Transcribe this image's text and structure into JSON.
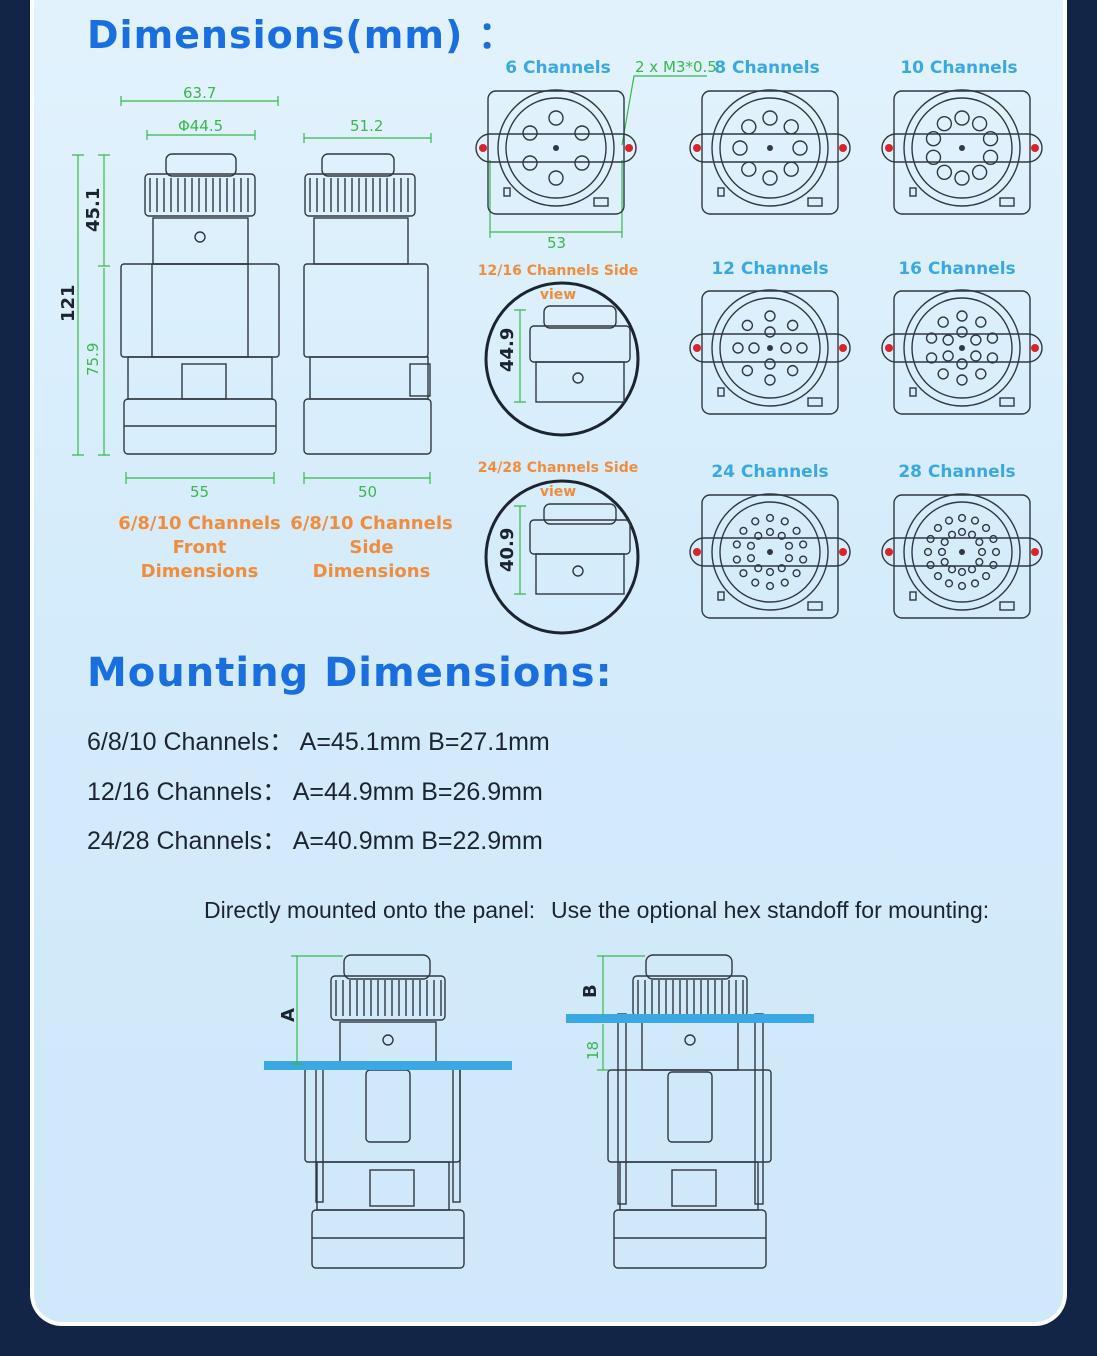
{
  "headings": {
    "dimensions": "Dimensions(mm) ：",
    "mounting": "Mounting Dimensions:"
  },
  "drawings": {
    "front_caption_1": "6/8/10 Channels",
    "front_caption_2": "Front Dimensions",
    "side_caption_1": "6/8/10 Channels",
    "side_caption_2": "Side Dimensions",
    "d_63_7": "63.7",
    "d_44_5": "Φ44.5",
    "d_51_2": "51.2",
    "d_45_1": "45.1",
    "d_121": "121",
    "d_75_9": "75.9",
    "d_55": "55",
    "d_50": "50",
    "d_53": "53",
    "d_m3": "2 x M3*0.5",
    "side_12_16": "12/16 Channels Side view",
    "side_24_28": "24/28 Channels Side view",
    "d_44_9": "44.9",
    "d_40_9": "40.9",
    "d_18": "18",
    "label_a": "A",
    "label_b": "B"
  },
  "channels": [
    "6 Channels",
    "8 Channels",
    "10 Channels",
    "12 Channels",
    "16 Channels",
    "24 Channels",
    "28 Channels"
  ],
  "specs": [
    "6/8/10 Channels：  A=45.1mm B=27.1mm",
    "12/16 Channels：  A=44.9mm B=26.9mm",
    "24/28 Channels：  A=40.9mm B=22.9mm"
  ],
  "captions": {
    "direct": "Directly mounted onto the panel:",
    "standoff": "Use the optional hex standoff for mounting:"
  },
  "colors": {
    "heading": "#1a6fe0",
    "channel_label": "#3aa8e2",
    "orange": "#f08d3c",
    "dimension": "#38b94a",
    "panel_line": "#3aa8e2",
    "accent_dot": "#d8242c"
  }
}
